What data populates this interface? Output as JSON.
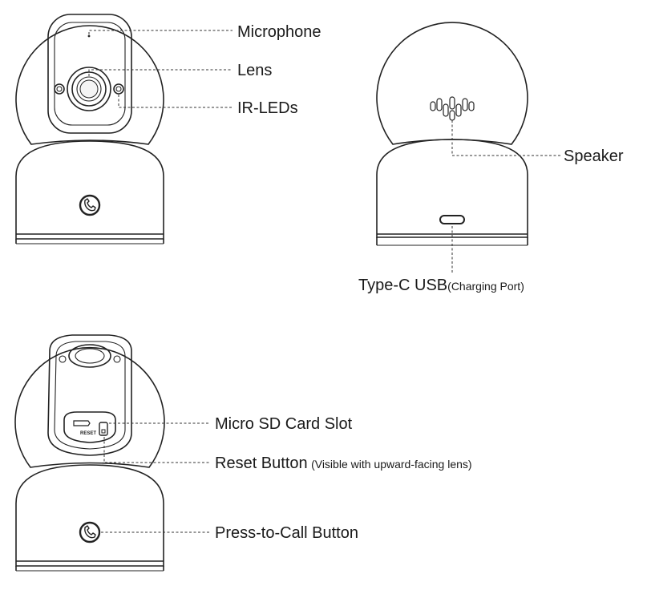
{
  "front_view": {
    "labels": {
      "microphone": "Microphone",
      "lens": "Lens",
      "ir_leds": "IR-LEDs"
    },
    "icons": [
      "microphone-hole-icon",
      "lens-icon",
      "ir-led-icon",
      "phone-call-icon"
    ]
  },
  "rear_view": {
    "labels": {
      "speaker": "Speaker",
      "usb_main": "Type-C USB",
      "usb_note": "(Charging Port)"
    },
    "icons": [
      "speaker-grille-icon",
      "usb-c-port-icon"
    ]
  },
  "tilted_view": {
    "labels": {
      "sd_slot": "Micro SD Card Slot",
      "reset_main": "Reset Button",
      "reset_note": "(Visible with upward-facing lens)",
      "call_button": "Press-to-Call Button"
    },
    "port_text": "RESET",
    "icons": [
      "sd-card-icon",
      "reset-button-icon",
      "phone-call-icon"
    ]
  }
}
